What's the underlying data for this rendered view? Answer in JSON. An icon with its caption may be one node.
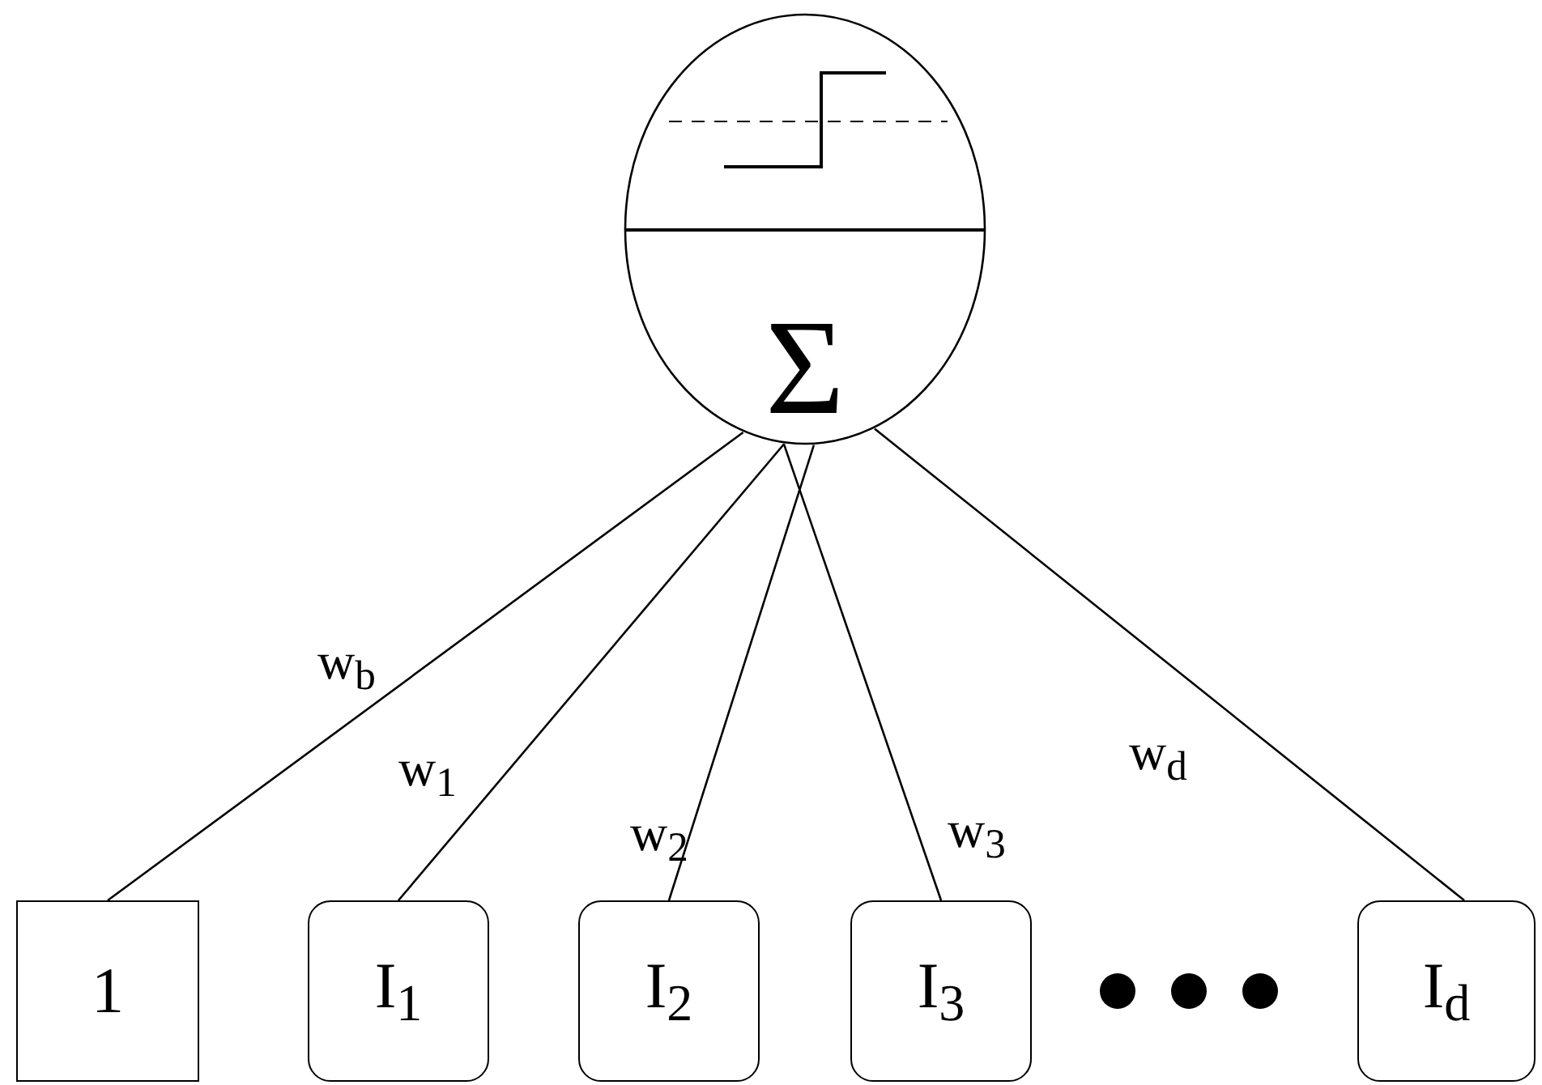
{
  "diagram": {
    "nodes": [
      {
        "text": [
          "Σ"
        ]
      },
      {
        "text": [
          "1"
        ]
      },
      {
        "text": [
          "I$_{1}$"
        ]
      },
      {
        "text": [
          "I$_{2}$"
        ]
      },
      {
        "text": [
          "I$_{3}$"
        ]
      },
      {
        "text": [
          "I$_{d}$"
        ]
      }
    ],
    "edges": [
      {
        "from": 1,
        "to": 0,
        "arrow": "none",
        "label": "w$_{b}$"
      },
      {
        "from": 2,
        "to": 0,
        "arrow": "none",
        "label": "w$_{1}$"
      },
      {
        "from": 3,
        "to": 0,
        "arrow": "none",
        "label": "w$_{2}$"
      },
      {
        "from": 4,
        "to": 0,
        "arrow": "none",
        "label": "w$_{3}$"
      },
      {
        "from": 5,
        "to": 0,
        "arrow": "none",
        "label": "w$_{d}$"
      }
    ]
  }
}
